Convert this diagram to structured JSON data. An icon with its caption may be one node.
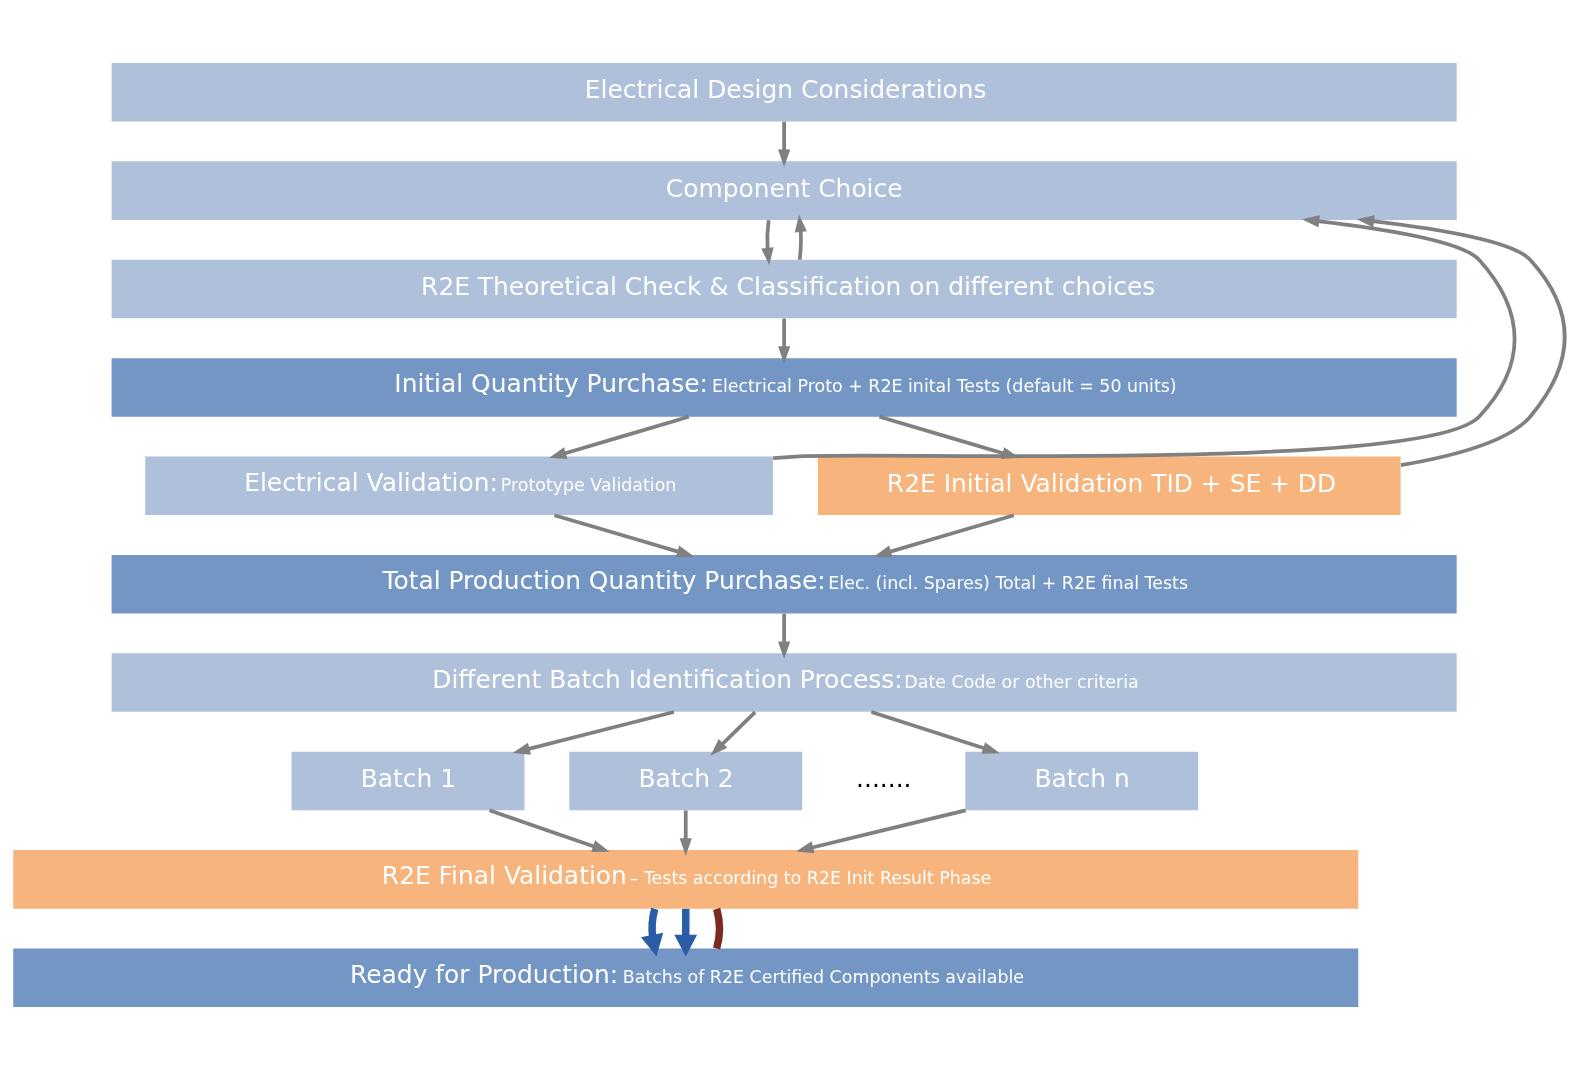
{
  "diagram": {
    "nodes": [
      {
        "text": [
          "Electrical Design Considerations"
        ]
      },
      {
        "text": [
          "Component Choice"
        ]
      },
      {
        "text": [
          "R2E Theoretical Check & Classification on different choices"
        ]
      },
      {
        "text": [
          "Initial Quantity Purchase:",
          "Electrical Proto + R2E inital Tests (default = 50 units)"
        ]
      },
      {
        "text": [
          "Electrical Validation:",
          "Prototype Validation"
        ]
      },
      {
        "text": [
          "R2E Initial Validation TID + SE + DD"
        ]
      },
      {
        "text": [
          "Total Production Quantity Purchase:",
          "Elec. (incl. Spares) Total + R2E final Tests"
        ]
      },
      {
        "text": [
          "Different Batch Identification Process:",
          "Date Code or other criteria"
        ]
      },
      {
        "text": [
          "Batch 1"
        ]
      },
      {
        "text": [
          "Batch 2"
        ]
      },
      {
        "text": [
          "Batch n"
        ]
      },
      {
        "text": [
          "R2E Final Validation",
          "– Tests according to R2E Init Result Phase"
        ]
      },
      {
        "text": [
          "Ready for Production:",
          "Batchs of R2E Certified Components available"
        ]
      }
    ],
    "edges": [
      {
        "from": 0,
        "to": 1,
        "arrow": "to"
      },
      {
        "from": 1,
        "to": 2,
        "arrow": "to"
      },
      {
        "from": 2,
        "to": 3,
        "arrow": "to"
      },
      {
        "from": 2,
        "to": 1,
        "arrow": "to"
      },
      {
        "from": 3,
        "to": 4,
        "arrow": "to"
      },
      {
        "from": 3,
        "to": 5,
        "arrow": "to"
      },
      {
        "from": 4,
        "to": 1,
        "arrow": "to"
      },
      {
        "from": 4,
        "to": 6,
        "arrow": "to"
      },
      {
        "from": 5,
        "to": 6,
        "arrow": "to"
      },
      {
        "from": 5,
        "to": 1,
        "arrow": "to"
      },
      {
        "from": 6,
        "to": 7,
        "arrow": "to"
      },
      {
        "from": 7,
        "to": 8,
        "arrow": "to"
      },
      {
        "from": 7,
        "to": 9,
        "arrow": "to"
      },
      {
        "from": 7,
        "to": 10,
        "arrow": "to"
      },
      {
        "from": 8,
        "to": 11,
        "arrow": "to"
      },
      {
        "from": 9,
        "to": 11,
        "arrow": "to"
      },
      {
        "from": 10,
        "to": 11,
        "arrow": "to"
      },
      {
        "from": 11,
        "to": 12,
        "arrow": "to",
        "style": "thick",
        "color": "#2a5ca8"
      },
      {
        "from": 11,
        "to": 12,
        "arrow": "to",
        "style": "thick",
        "color": "#2a5ca8"
      },
      {
        "from": 11,
        "to": 12,
        "arrow": "none",
        "style": "thick",
        "color": "#7b2a22"
      }
    ],
    "labels": [
      "......."
    ]
  }
}
